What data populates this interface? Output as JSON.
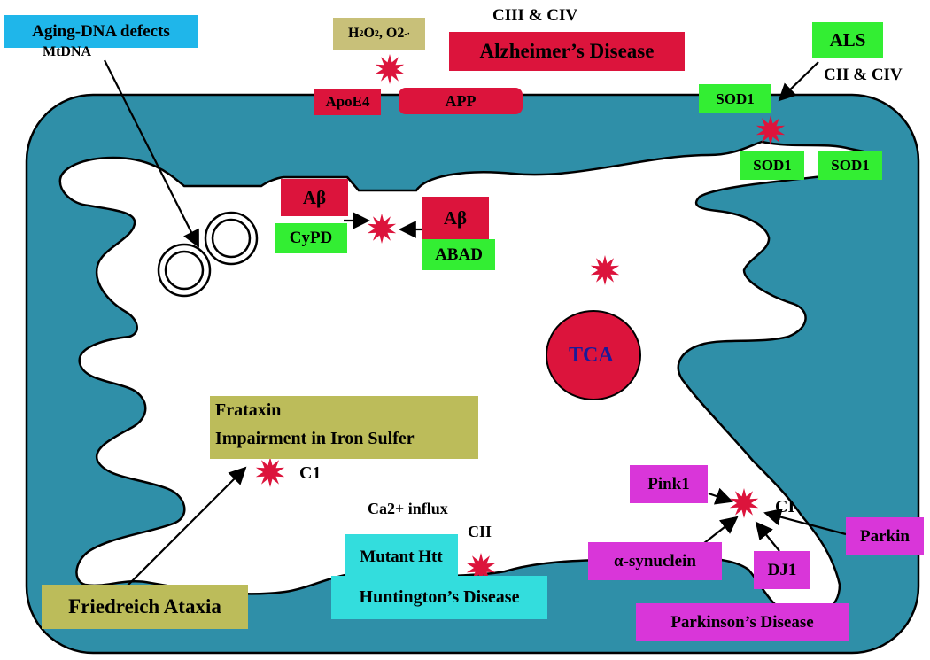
{
  "colors": {
    "cell_fill": "#2f8fa8",
    "cell_stroke": "#000000",
    "burst": "#dc143c",
    "crimson_box": "#dc143c",
    "green_box": "#33ee33",
    "olive_box": "#bcbc5a",
    "tan_box": "#c8c079",
    "cyan_box": "#33dddd",
    "blue_box": "#1fb6ea",
    "magenta_box": "#d936d9",
    "tca_text": "#1a1a99"
  },
  "aging": {
    "title": "Aging-DNA defects",
    "mtdna": "MtDNA"
  },
  "ros": {
    "part1": "H",
    "sub1": "2",
    "part2": "O",
    "sub2": "2",
    "part3": ", O2",
    "sup": "-·"
  },
  "alzheimer": {
    "complex": "CIII & CIV",
    "disease": "Alzheimer’s Disease",
    "apoe4": "ApoE4",
    "app": "APP",
    "abeta_left": "Aβ",
    "cypd": "CyPD",
    "abeta_right": "Aβ",
    "abad": "ABAD"
  },
  "als": {
    "disease": "ALS",
    "complex": "CII & CIV",
    "sod1_top": "SOD1",
    "sod1_mid": "SOD1",
    "sod1_right": "SOD1"
  },
  "tca": {
    "label": "TCA"
  },
  "friedreich": {
    "frataxin": "Frataxin",
    "impairment": "Impairment in Iron Sulfer",
    "complex": "C1",
    "disease": "Friedreich Ataxia"
  },
  "huntington": {
    "influx": "Ca2+ influx",
    "complex": "CII",
    "mutant": "Mutant Htt",
    "disease": "Huntington’s Disease"
  },
  "parkinson": {
    "pink1": "Pink1",
    "complex": "CI",
    "parkin": "Parkin",
    "synuclein": "α-synuclein",
    "dj1": "DJ1",
    "disease": "Parkinson’s Disease"
  }
}
